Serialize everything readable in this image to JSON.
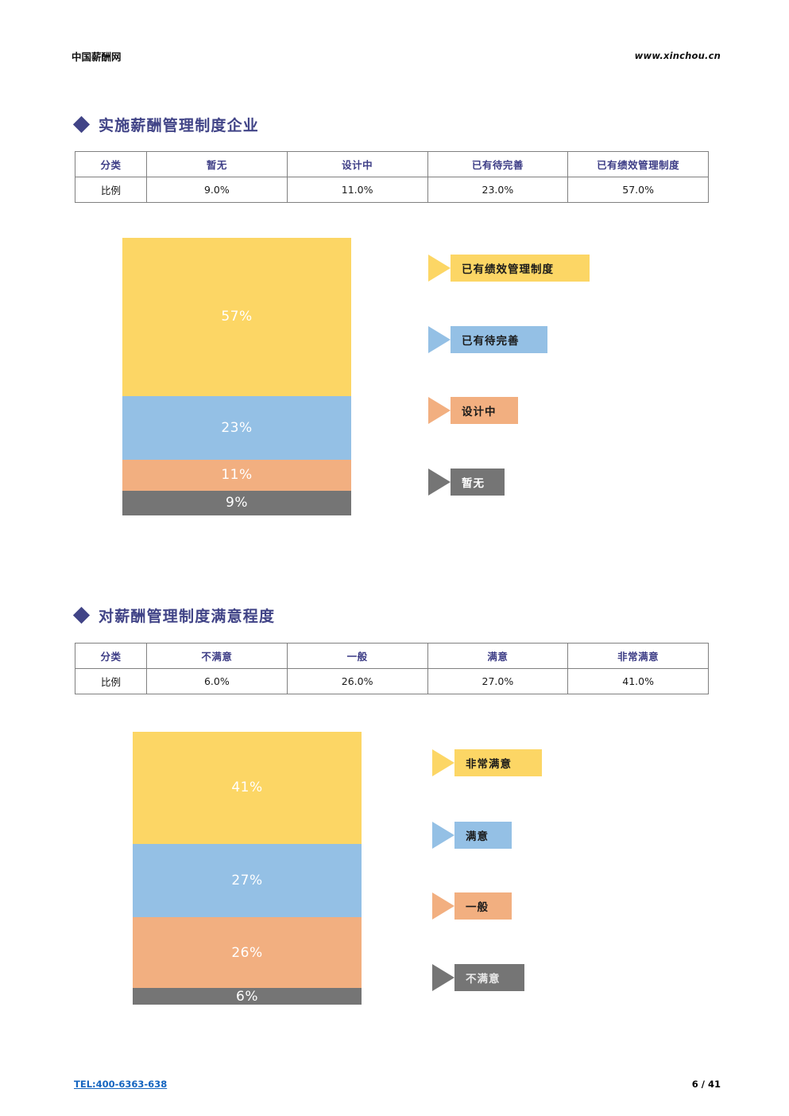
{
  "header": {
    "brand": "中国薪酬网",
    "url": "www.xinchou.cn"
  },
  "footer": {
    "tel": "TEL:400-6363-638",
    "page": "6 / 41"
  },
  "colors": {
    "yellow": "#FCD665",
    "blue": "#94C0E5",
    "orange": "#F2AF80",
    "gray": "#757575",
    "title": "#414487",
    "table_header_text": "#3D3D86",
    "table_border": "#808080",
    "link": "#1565C0"
  },
  "sections": [
    {
      "title": "实施薪酬管理制度企业",
      "table": {
        "headers": [
          "分类",
          "暂无",
          "设计中",
          "已有待完善",
          "已有绩效管理制度"
        ],
        "rows": [
          {
            "label": "比例",
            "values": [
              "9.0%",
              "11.0%",
              "23.0%",
              "57.0%"
            ]
          }
        ]
      },
      "legend": [
        {
          "label": "已有绩效管理制度",
          "color": "#FCD665",
          "text_color": "#1a1a1a",
          "width": 175
        },
        {
          "label": "已有待完善",
          "color": "#94C0E5",
          "text_color": "#1a1a1a",
          "width": 122
        },
        {
          "label": "设计中",
          "color": "#F2AF80",
          "text_color": "#1a1a1a",
          "width": 85
        },
        {
          "label": "暂无",
          "color": "#757575",
          "text_color": "#ffffff",
          "width": 68
        }
      ]
    },
    {
      "title": "对薪酬管理制度满意程度",
      "table": {
        "headers": [
          "分类",
          "不满意",
          "一般",
          "满意",
          "非常满意"
        ],
        "rows": [
          {
            "label": "比例",
            "values": [
              "6.0%",
              "26.0%",
              "27.0%",
              "41.0%"
            ]
          }
        ]
      },
      "legend": [
        {
          "label": "非常满意",
          "color": "#FCD665",
          "text_color": "#1a1a1a",
          "width": 110
        },
        {
          "label": "满意",
          "color": "#94C0E5",
          "text_color": "#1a1a1a",
          "width": 72
        },
        {
          "label": "一般",
          "color": "#F2AF80",
          "text_color": "#1a1a1a",
          "width": 72
        },
        {
          "label": "不满意",
          "color": "#757575",
          "text_color": "#e8e8e8",
          "width": 88
        }
      ]
    }
  ],
  "chart_data": [
    {
      "type": "bar",
      "title": "实施薪酬管理制度企业",
      "xlabel": "",
      "ylabel": "",
      "stacked": true,
      "orientation": "vertical",
      "categories": [
        "已有绩效管理制度",
        "已有待完善",
        "设计中",
        "暂无"
      ],
      "values": [
        57,
        23,
        11,
        9
      ],
      "labels": [
        "57%",
        "23%",
        "11%",
        "9%"
      ],
      "colors": [
        "#FCD665",
        "#94C0E5",
        "#F2AF80",
        "#757575"
      ],
      "ylim": [
        0,
        100
      ],
      "grid": false,
      "legend_position": "right"
    },
    {
      "type": "bar",
      "title": "对薪酬管理制度满意程度",
      "xlabel": "",
      "ylabel": "",
      "stacked": true,
      "orientation": "vertical",
      "categories": [
        "非常满意",
        "满意",
        "一般",
        "不满意"
      ],
      "values": [
        41,
        27,
        26,
        6
      ],
      "labels": [
        "41%",
        "27%",
        "26%",
        "6%"
      ],
      "colors": [
        "#FCD665",
        "#94C0E5",
        "#F2AF80",
        "#757575"
      ],
      "ylim": [
        0,
        100
      ],
      "grid": false,
      "legend_position": "right"
    }
  ]
}
